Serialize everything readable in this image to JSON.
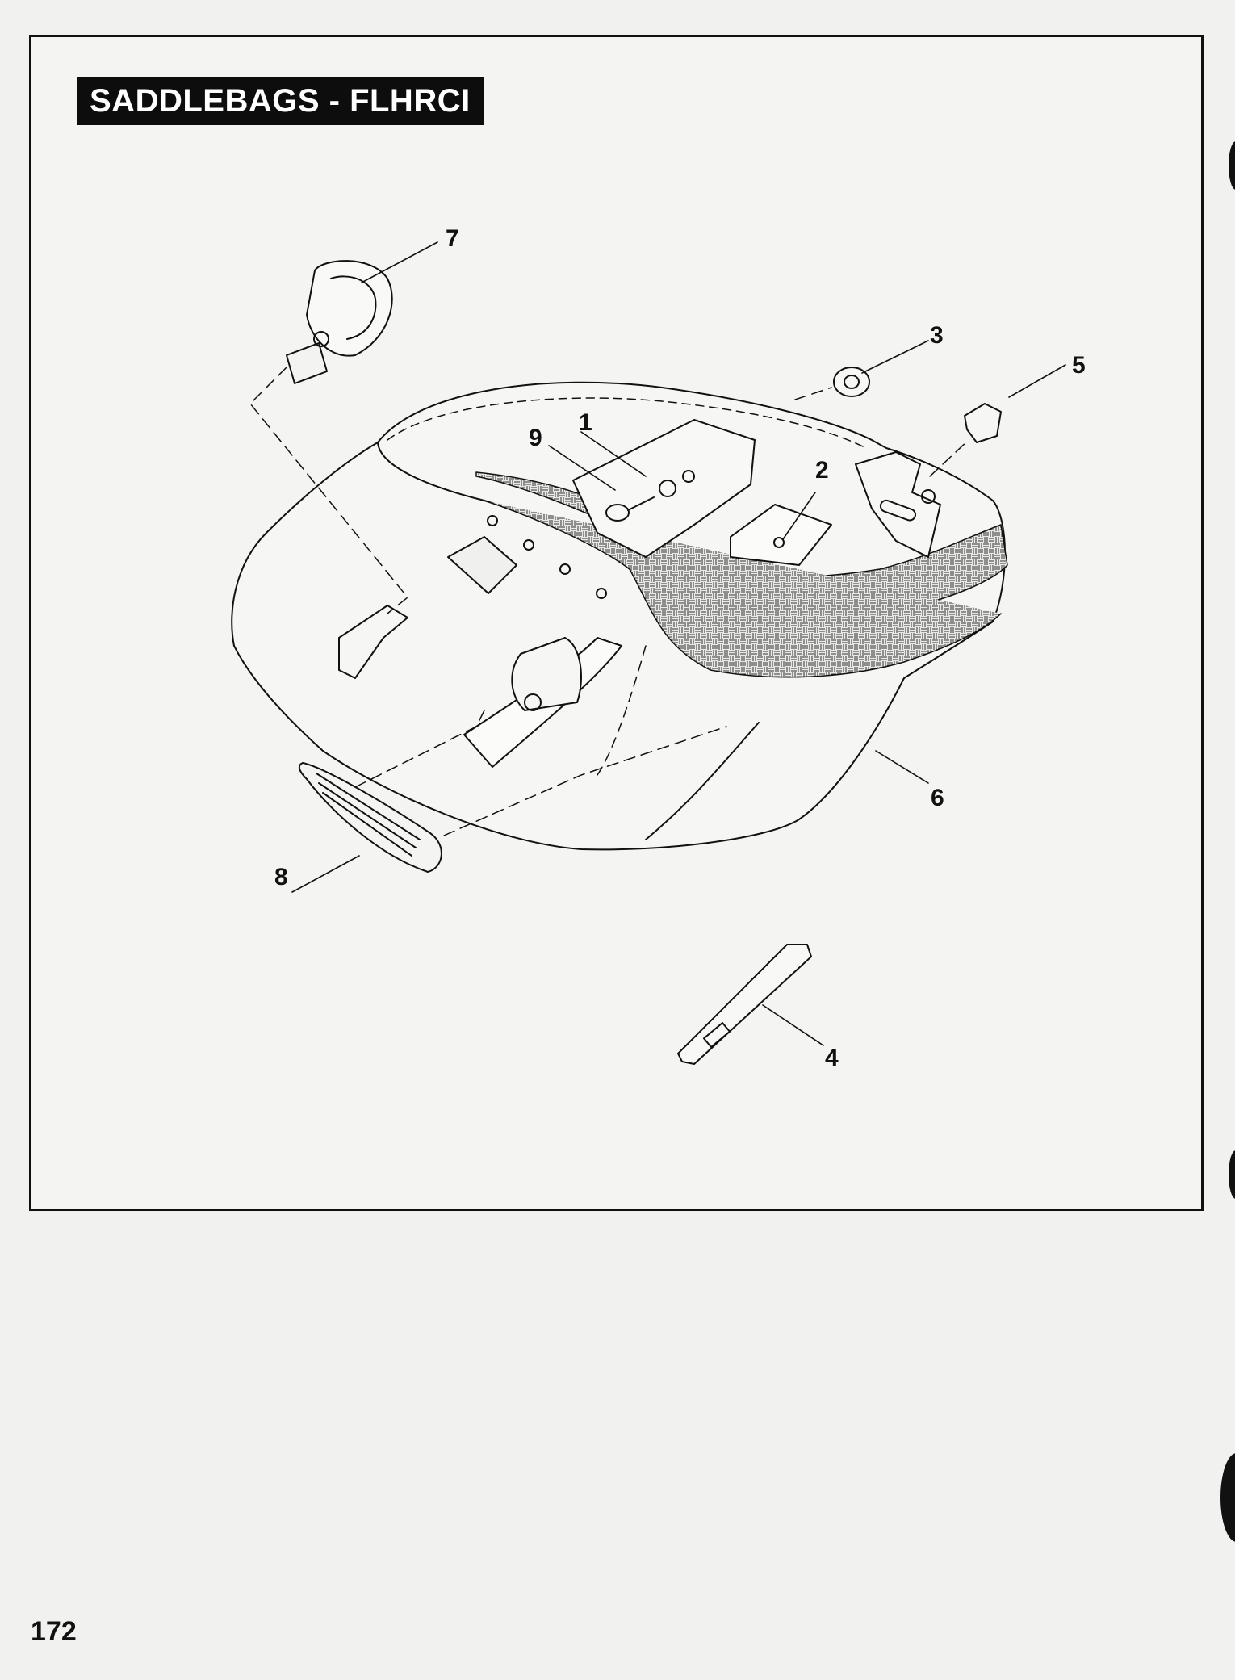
{
  "title": "SADDLEBAGS - FLHRCI",
  "page_number": "172",
  "callouts": [
    {
      "id": "7",
      "label": "7"
    },
    {
      "id": "3",
      "label": "3"
    },
    {
      "id": "5",
      "label": "5"
    },
    {
      "id": "1",
      "label": "1"
    },
    {
      "id": "9",
      "label": "9"
    },
    {
      "id": "2",
      "label": "2"
    },
    {
      "id": "6",
      "label": "6"
    },
    {
      "id": "8",
      "label": "8"
    },
    {
      "id": "4",
      "label": "4"
    }
  ]
}
